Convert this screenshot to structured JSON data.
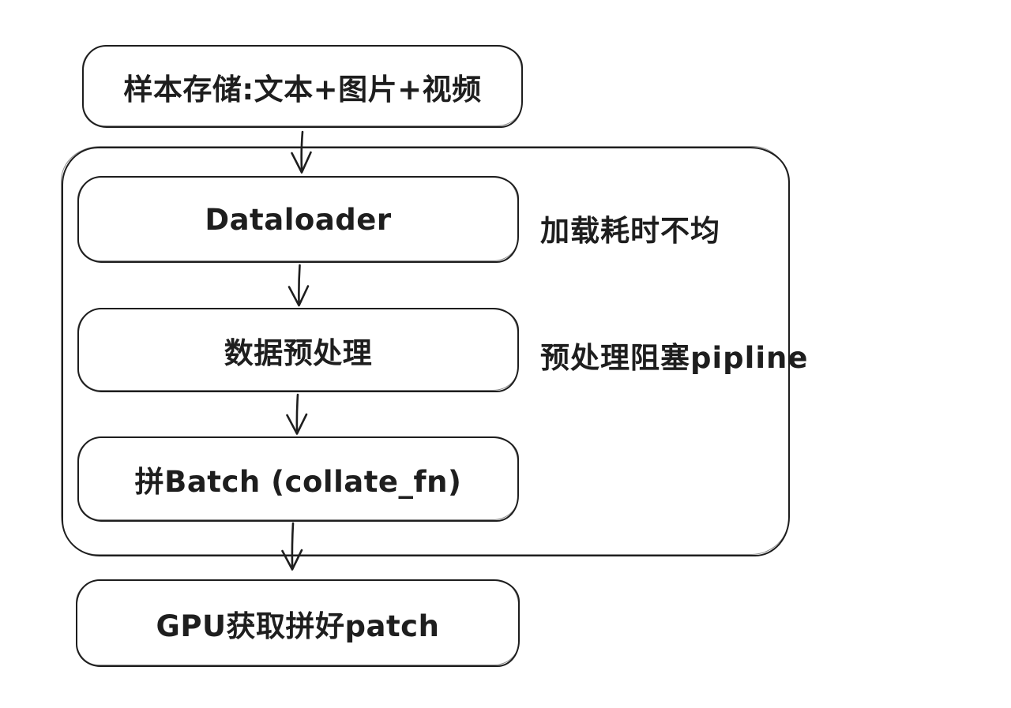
{
  "canvas": {
    "background": "#ffffff",
    "stroke_color": "#1e1e1e"
  },
  "flowchart": {
    "nodes": [
      {
        "id": "storage",
        "label": "样本存储:文本+图片+视频"
      },
      {
        "id": "dataloader",
        "label": "Dataloader"
      },
      {
        "id": "preprocess",
        "label": "数据预处理"
      },
      {
        "id": "batch",
        "label": "拼Batch (collate_fn)"
      },
      {
        "id": "gpu",
        "label": "GPU获取拼好patch"
      }
    ],
    "annotations": [
      {
        "id": "dataloader-note",
        "text": "加载耗时不均"
      },
      {
        "id": "preprocess-note",
        "text": "预处理阻塞pipline"
      }
    ],
    "edges": [
      {
        "from": "storage",
        "to": "dataloader"
      },
      {
        "from": "dataloader",
        "to": "preprocess"
      },
      {
        "from": "preprocess",
        "to": "batch"
      },
      {
        "from": "batch",
        "to": "gpu"
      }
    ]
  }
}
